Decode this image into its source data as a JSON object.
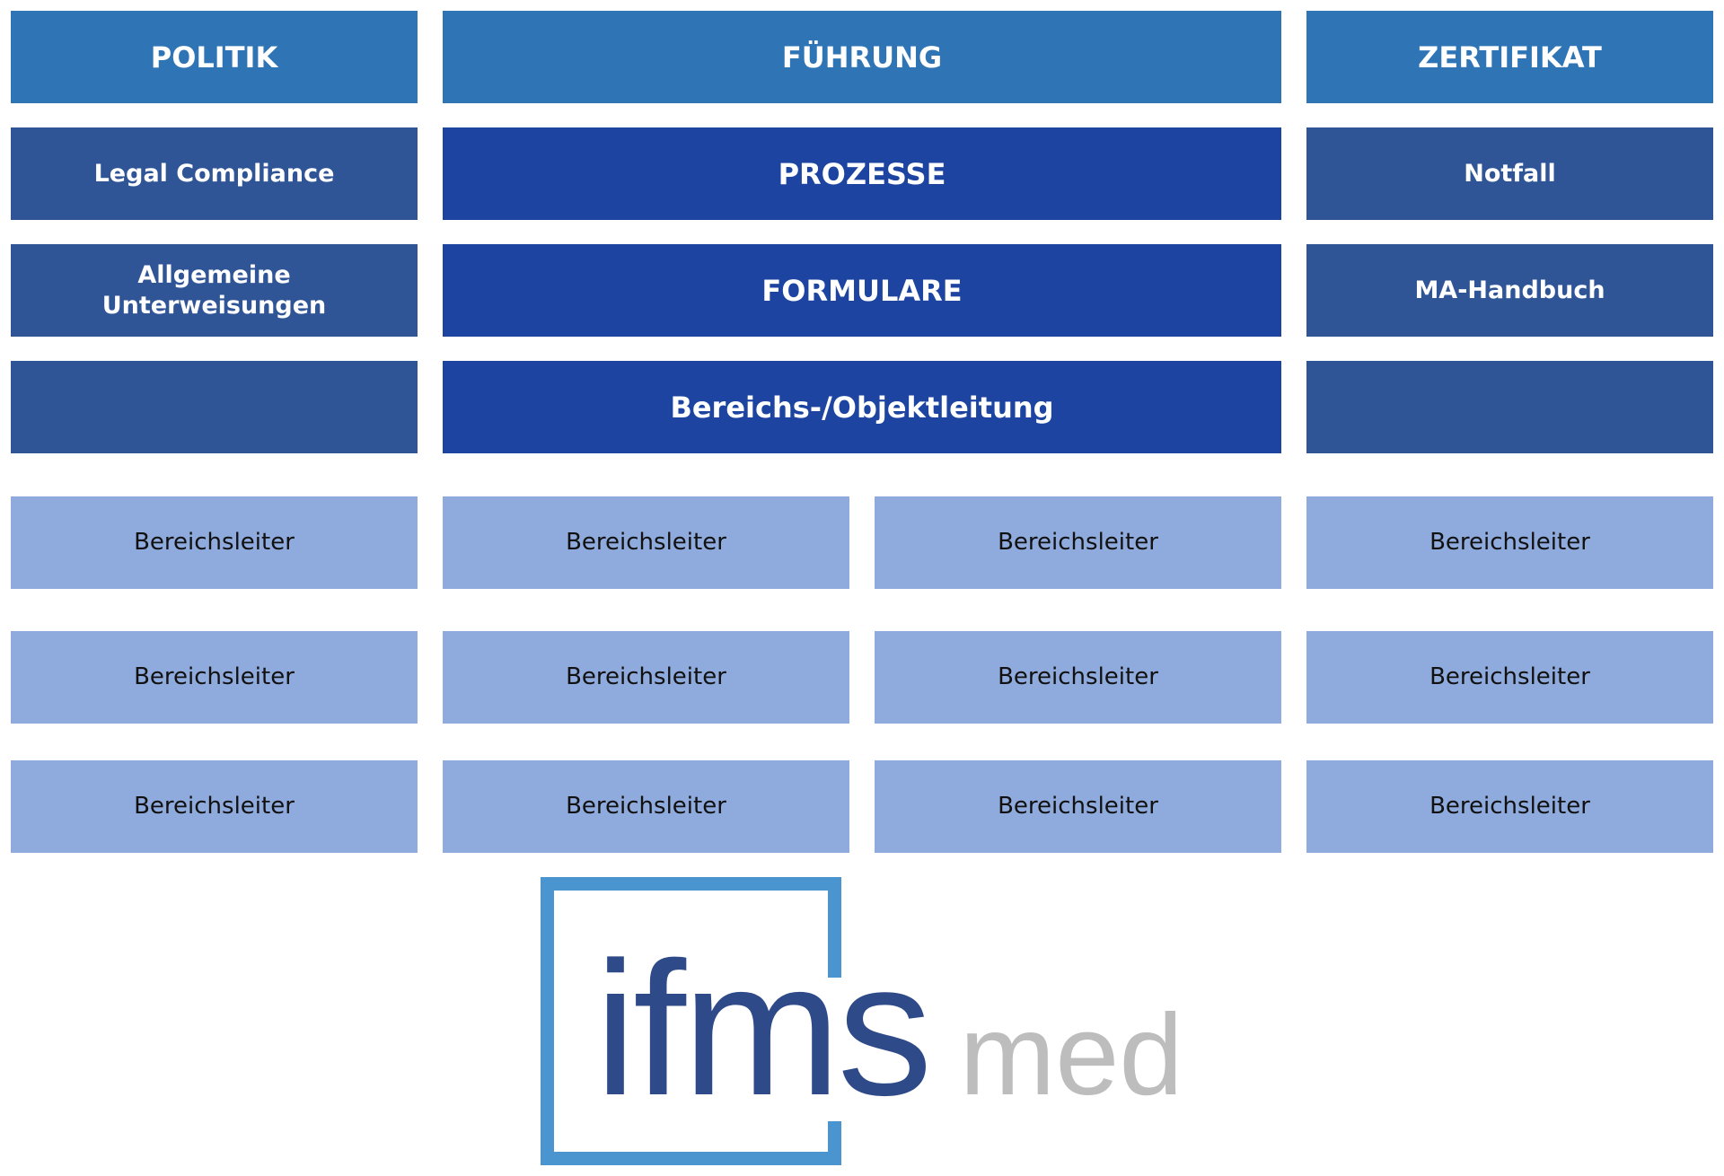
{
  "header": {
    "politik": "POLITIK",
    "fuehrung": "FÜHRUNG",
    "zertifikat": "ZERTIFIKAT"
  },
  "left_column": {
    "legal_compliance": "Legal Compliance",
    "allgemeine_unterweisungen": "Allgemeine Unterweisungen",
    "empty": ""
  },
  "center_column": {
    "prozesse": "PROZESSE",
    "formulare": "FORMULARE",
    "bereichs_objektleitung": "Bereichs-/Objektleitung"
  },
  "right_column": {
    "notfall": "Notfall",
    "ma_handbuch": "MA-Handbuch",
    "empty": ""
  },
  "leaf_rows": [
    [
      "Bereichsleiter",
      "Bereichsleiter",
      "Bereichsleiter",
      "Bereichsleiter"
    ],
    [
      "Bereichsleiter",
      "Bereichsleiter",
      "Bereichsleiter",
      "Bereichsleiter"
    ],
    [
      "Bereichsleiter",
      "Bereichsleiter",
      "Bereichsleiter",
      "Bereichsleiter"
    ]
  ],
  "logo": {
    "main": "ifms",
    "sub": "med"
  },
  "colors": {
    "header_blue": "#2f75b6",
    "side_blue": "#2f5597",
    "center_blue": "#1c44a0",
    "leaf_blue": "#8faadc",
    "logo_frame": "#4a95d0",
    "logo_main": "#2f4a88",
    "logo_sub": "#bdbdbd"
  }
}
